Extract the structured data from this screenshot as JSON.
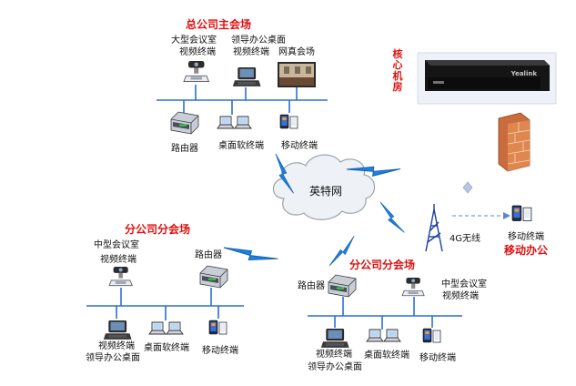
{
  "hq": {
    "title": "总公司主会场",
    "large_room_line1": "大型会议室",
    "large_room_line2": "视频终端",
    "leader_desk_line1": "领导办公桌面",
    "leader_desk_line2": "视频终端",
    "web_venue": "网真会场",
    "router": "路由器",
    "desktop_soft": "桌面软终端",
    "mobile": "移动终端"
  },
  "core": {
    "label_chars": [
      "核",
      "心",
      "机",
      "房"
    ],
    "server_brand": "Yealink"
  },
  "internet": {
    "label": "英特网"
  },
  "wireless": {
    "label": "4G无线",
    "mobile_terminal": "移动终端",
    "mobile_office": "移动办公"
  },
  "branch_left": {
    "title": "分公司分会场",
    "medium_room_line1": "中型会议室",
    "medium_room_line2": "视频终端",
    "router": "路由器",
    "video_terminal": "视频终端",
    "leader_desk": "领导办公桌面",
    "desktop_soft": "桌面软终端",
    "mobile": "移动终端"
  },
  "branch_right": {
    "title": "分公司分会场",
    "router": "路由器",
    "medium_room_line1": "中型会议室",
    "medium_room_line2": "视频终端",
    "video_terminal": "视频终端",
    "leader_desk": "领导办公桌面",
    "desktop_soft": "桌面软终端",
    "mobile": "移动终端"
  },
  "colors": {
    "lan_line": "#2a6fd6",
    "link_bolt": "#1e7fe0",
    "title_red": "#e01010",
    "router_body": "#d9dde3",
    "cloud_fill": "#eef2f6"
  }
}
